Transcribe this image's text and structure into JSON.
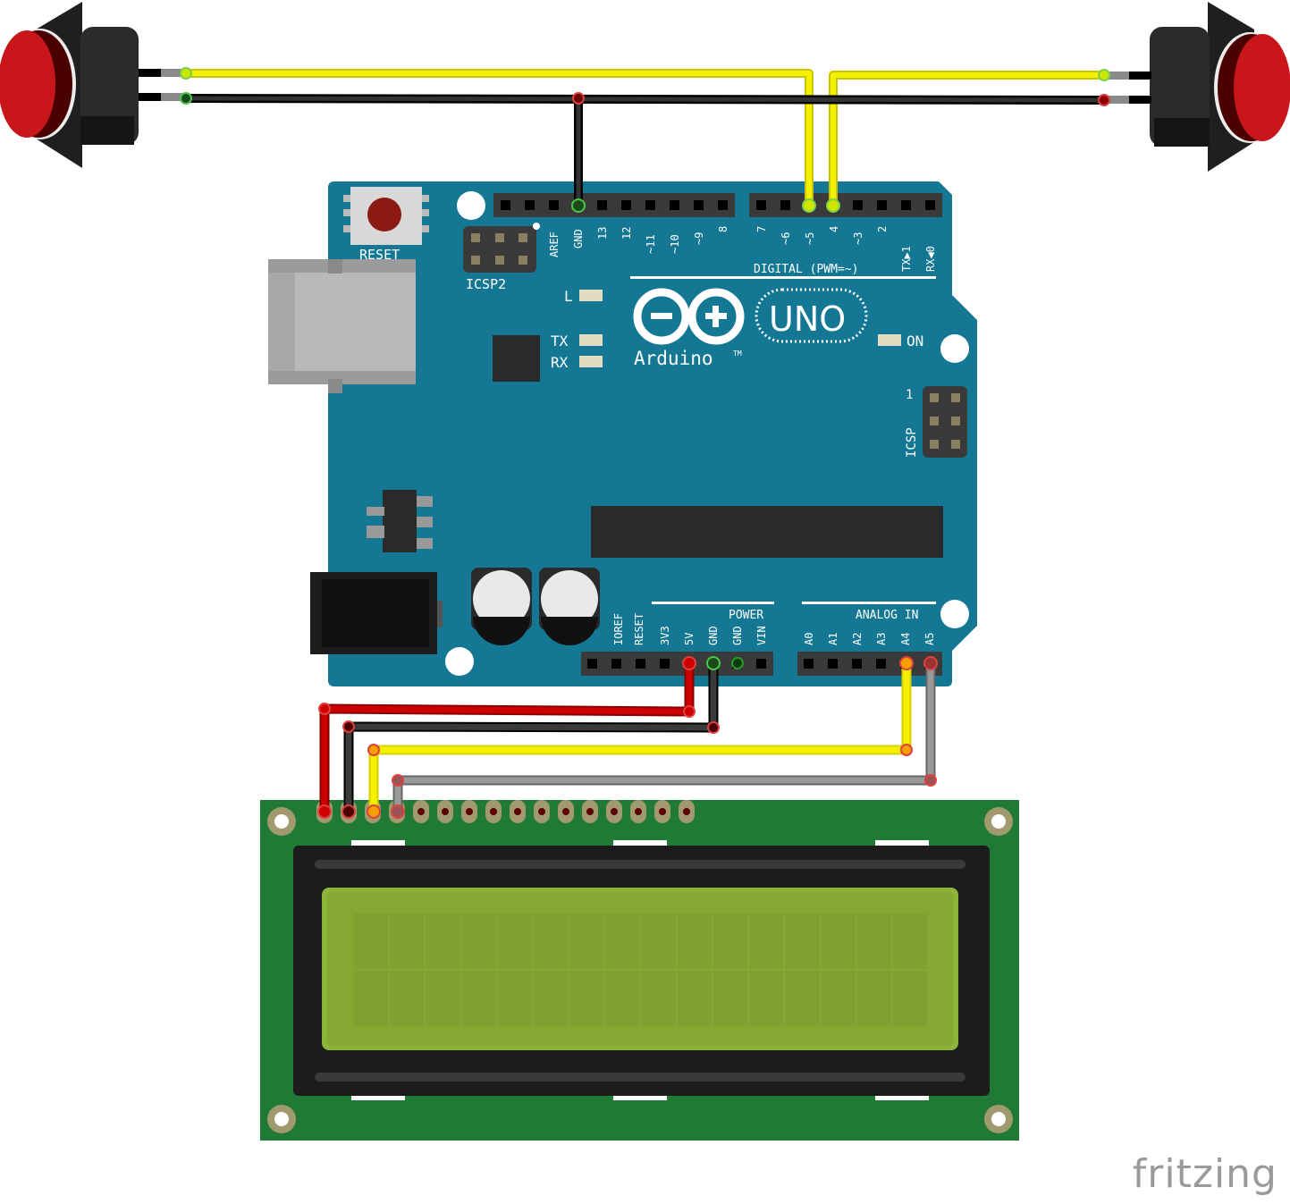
{
  "diagram": {
    "tool": "fritzing",
    "board": {
      "name": "Arduino",
      "model": "UNO",
      "trademark": "TM",
      "reset_label": "RESET",
      "icsp2_label": "ICSP2",
      "icsp_label": "ICSP",
      "icsp_pin1": "1",
      "digital_label": "DIGITAL (PWM=~)",
      "power_label": "POWER",
      "analog_label": "ANALOG IN",
      "leds": {
        "l": "L",
        "tx": "TX",
        "rx": "RX",
        "on": "ON"
      },
      "header_top_left": [
        "AREF",
        "GND",
        "13",
        "12",
        "~11",
        "~10",
        "~9",
        "8"
      ],
      "header_top_right": [
        "7",
        "~6",
        "~5",
        "4",
        "~3",
        "2",
        "TX▶1",
        "RX◀0"
      ],
      "header_power": [
        "IOREF",
        "RESET",
        "3V3",
        "5V",
        "GND",
        "GND",
        "VIN"
      ],
      "header_analog": [
        "A0",
        "A1",
        "A2",
        "A3",
        "A4",
        "A5"
      ]
    },
    "components": [
      {
        "id": "button-left",
        "type": "pushbutton",
        "color": "#c8161a"
      },
      {
        "id": "button-right",
        "type": "pushbutton",
        "color": "#c8161a"
      },
      {
        "id": "lcd",
        "type": "LCD 16x2 I2C",
        "rows": 2,
        "cols": 16,
        "pins": 16
      }
    ],
    "wires": [
      {
        "from": "button-left pin1",
        "to": "D5",
        "color": "#f5ef00"
      },
      {
        "from": "button-right pin1",
        "to": "D4",
        "color": "#f5ef00"
      },
      {
        "from": "buttons pin2",
        "to": "GND (top)",
        "color": "#222222"
      },
      {
        "from": "5V",
        "to": "LCD pin1",
        "color": "#cc0000"
      },
      {
        "from": "GND (power)",
        "to": "LCD pin2",
        "color": "#222222"
      },
      {
        "from": "A4",
        "to": "LCD pin3",
        "color": "#f5ef00"
      },
      {
        "from": "A5",
        "to": "LCD pin4",
        "color": "#8a8a8a"
      }
    ],
    "colors": {
      "board": "#147894",
      "lcd_pcb": "#207a36",
      "lcd_screen": "#85a832",
      "header": "#3a3a3a",
      "wire_yellow": "#f5ef00",
      "wire_red": "#cc0000",
      "wire_black": "#222222",
      "wire_gray": "#8a8a8a"
    }
  },
  "watermark": "fritzing"
}
